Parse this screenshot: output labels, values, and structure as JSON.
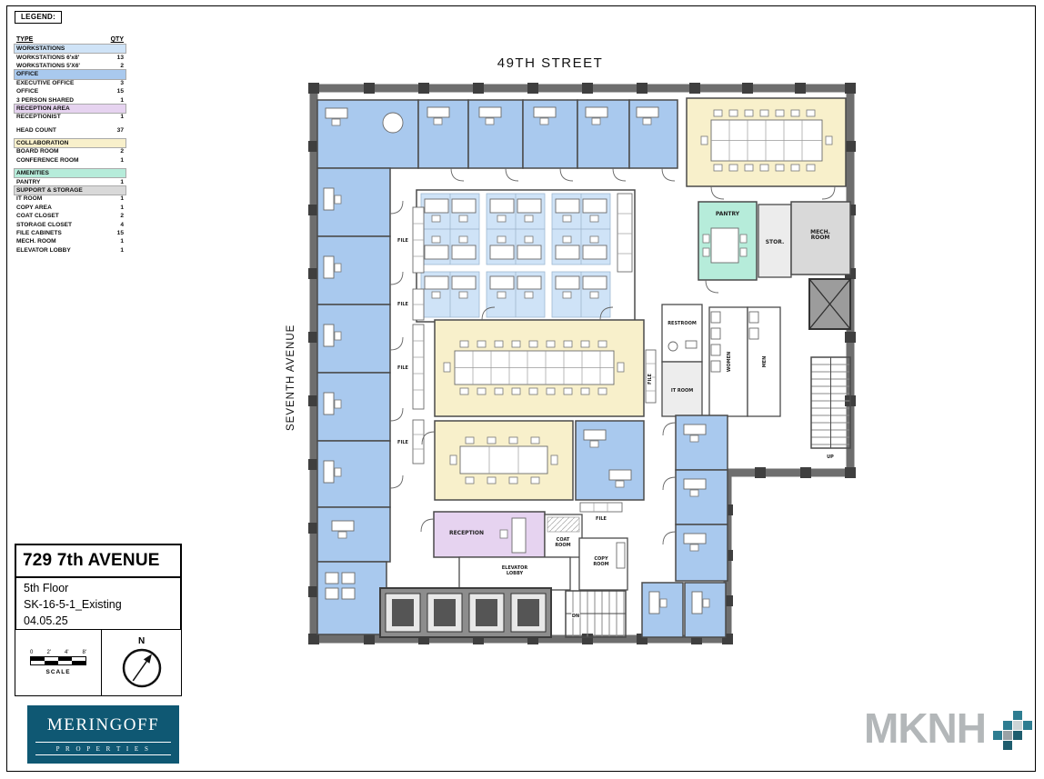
{
  "palette": {
    "workstation": "#cfe3f7",
    "office": "#a9c9ee",
    "reception": "#e6d3f0",
    "collaboration": "#f8f0cb",
    "amenities": "#b6ecda",
    "support": "#d9d9d9",
    "wall": "#4a4a4a",
    "logo_bg": "#0f5873",
    "mknh_gray": "#b3b7b9",
    "mknh_teal": "#2e7d91"
  },
  "legend": {
    "title": "LEGEND:",
    "col_type": "TYPE",
    "col_qty": "QTY",
    "rows": [
      {
        "label": "WORKSTATIONS",
        "qty": "",
        "kind": "header",
        "color_key": "workstation"
      },
      {
        "label": "WORKSTATIONS 6'x8'",
        "qty": "13",
        "kind": "item"
      },
      {
        "label": "WORKSTATIONS 5'X6'",
        "qty": "2",
        "kind": "item"
      },
      {
        "label": "OFFICE",
        "qty": "",
        "kind": "header",
        "color_key": "office"
      },
      {
        "label": "EXECUTIVE OFFICE",
        "qty": "3",
        "kind": "item"
      },
      {
        "label": "OFFICE",
        "qty": "15",
        "kind": "item"
      },
      {
        "label": "3 PERSON SHARED",
        "qty": "1",
        "kind": "item"
      },
      {
        "label": "RECEPTION AREA",
        "qty": "",
        "kind": "header",
        "color_key": "reception"
      },
      {
        "label": "RECEPTIONIST",
        "qty": "1",
        "kind": "item"
      },
      {
        "label": "",
        "qty": "",
        "kind": "spacer"
      },
      {
        "label": "HEAD COUNT",
        "qty": "37",
        "kind": "item"
      },
      {
        "label": "",
        "qty": "",
        "kind": "spacer"
      },
      {
        "label": "COLLABORATION",
        "qty": "",
        "kind": "header",
        "color_key": "collaboration"
      },
      {
        "label": "BOARD ROOM",
        "qty": "2",
        "kind": "item"
      },
      {
        "label": "CONFERENCE ROOM",
        "qty": "1",
        "kind": "item"
      },
      {
        "label": "",
        "qty": "",
        "kind": "spacer"
      },
      {
        "label": "AMENITIES",
        "qty": "",
        "kind": "header",
        "color_key": "amenities"
      },
      {
        "label": "PANTRY",
        "qty": "1",
        "kind": "item"
      },
      {
        "label": "SUPPORT & STORAGE",
        "qty": "",
        "kind": "header",
        "color_key": "support"
      },
      {
        "label": "IT ROOM",
        "qty": "1",
        "kind": "item"
      },
      {
        "label": "COPY AREA",
        "qty": "1",
        "kind": "item"
      },
      {
        "label": "COAT CLOSET",
        "qty": "2",
        "kind": "item"
      },
      {
        "label": "STORAGE CLOSET",
        "qty": "4",
        "kind": "item"
      },
      {
        "label": "FILE CABINETS",
        "qty": "15",
        "kind": "item"
      },
      {
        "label": "MECH. ROOM",
        "qty": "1",
        "kind": "item"
      },
      {
        "label": "ELEVATOR LOBBY",
        "qty": "1",
        "kind": "item"
      }
    ]
  },
  "streets": {
    "top": "49TH STREET",
    "left": "SEVENTH AVENUE"
  },
  "plan_labels": {
    "pantry": "PANTRY",
    "storage": "STOR.",
    "mech_room": "MECH. ROOM",
    "restroom": "RESTROOM",
    "women": "WOMEN",
    "men": "MEN",
    "it_room": "IT ROOM",
    "reception": "RECEPTION",
    "coat_room": "COAT ROOM",
    "copy_room": "COPY ROOM",
    "elevator_lobby": "ELEVATOR LOBBY",
    "file": "FILE",
    "up": "UP",
    "dn": "DN"
  },
  "title_block": {
    "address": "729 7th AVENUE",
    "floor": "5th Floor",
    "drawing": "SK-16-5-1_Existing",
    "date": "04.05.25",
    "scale_label": "SCALE",
    "scale_ticks": [
      "0",
      "2'",
      "4'",
      "8'"
    ],
    "north": "N"
  },
  "logos": {
    "meringoff_line1": "MERINGOFF",
    "meringoff_line2": "P R O P E R T I E S",
    "mknh": "MKNH"
  }
}
